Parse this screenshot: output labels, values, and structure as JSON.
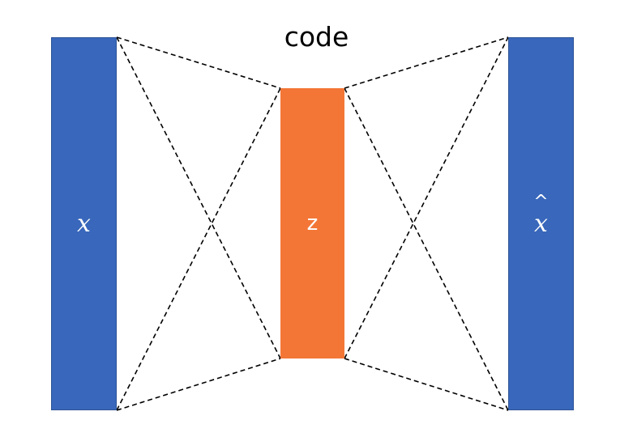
{
  "diagram": {
    "title": "code",
    "input_label": "x",
    "code_label": "z",
    "output_label": "x",
    "output_hat": "^",
    "colors": {
      "input_block": "#3867bb",
      "code_block": "#f37637",
      "output_block": "#3867bb",
      "connector_lines": "#000000"
    }
  }
}
